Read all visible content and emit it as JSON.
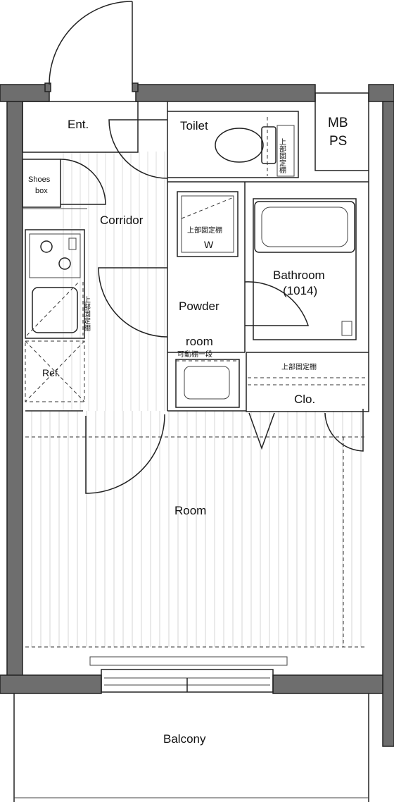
{
  "floorplan": {
    "rooms": {
      "entrance": "Ent.",
      "toilet": "Toilet",
      "mb_ps_line1": "MB",
      "mb_ps_line2": "PS",
      "shoes_box_line1": "Shoes",
      "shoes_box_line2": "box",
      "corridor": "Corridor",
      "washer": "W",
      "bathroom_line1": "Bathroom",
      "bathroom_line2": "(1014)",
      "powder_line1": "Powder",
      "powder_line2": "room",
      "refrigerator": "Ref.",
      "closet": "Clo.",
      "room": "Room",
      "balcony": "Balcony"
    },
    "notes": {
      "upper_shelf_toilet": "上部固定棚",
      "upper_shelf_washer": "上部固定棚",
      "upper_shelf_kitchen": "上部固定棚",
      "upper_shelf_closet": "上部固定棚",
      "movable_shelf": "可動棚一段"
    }
  }
}
